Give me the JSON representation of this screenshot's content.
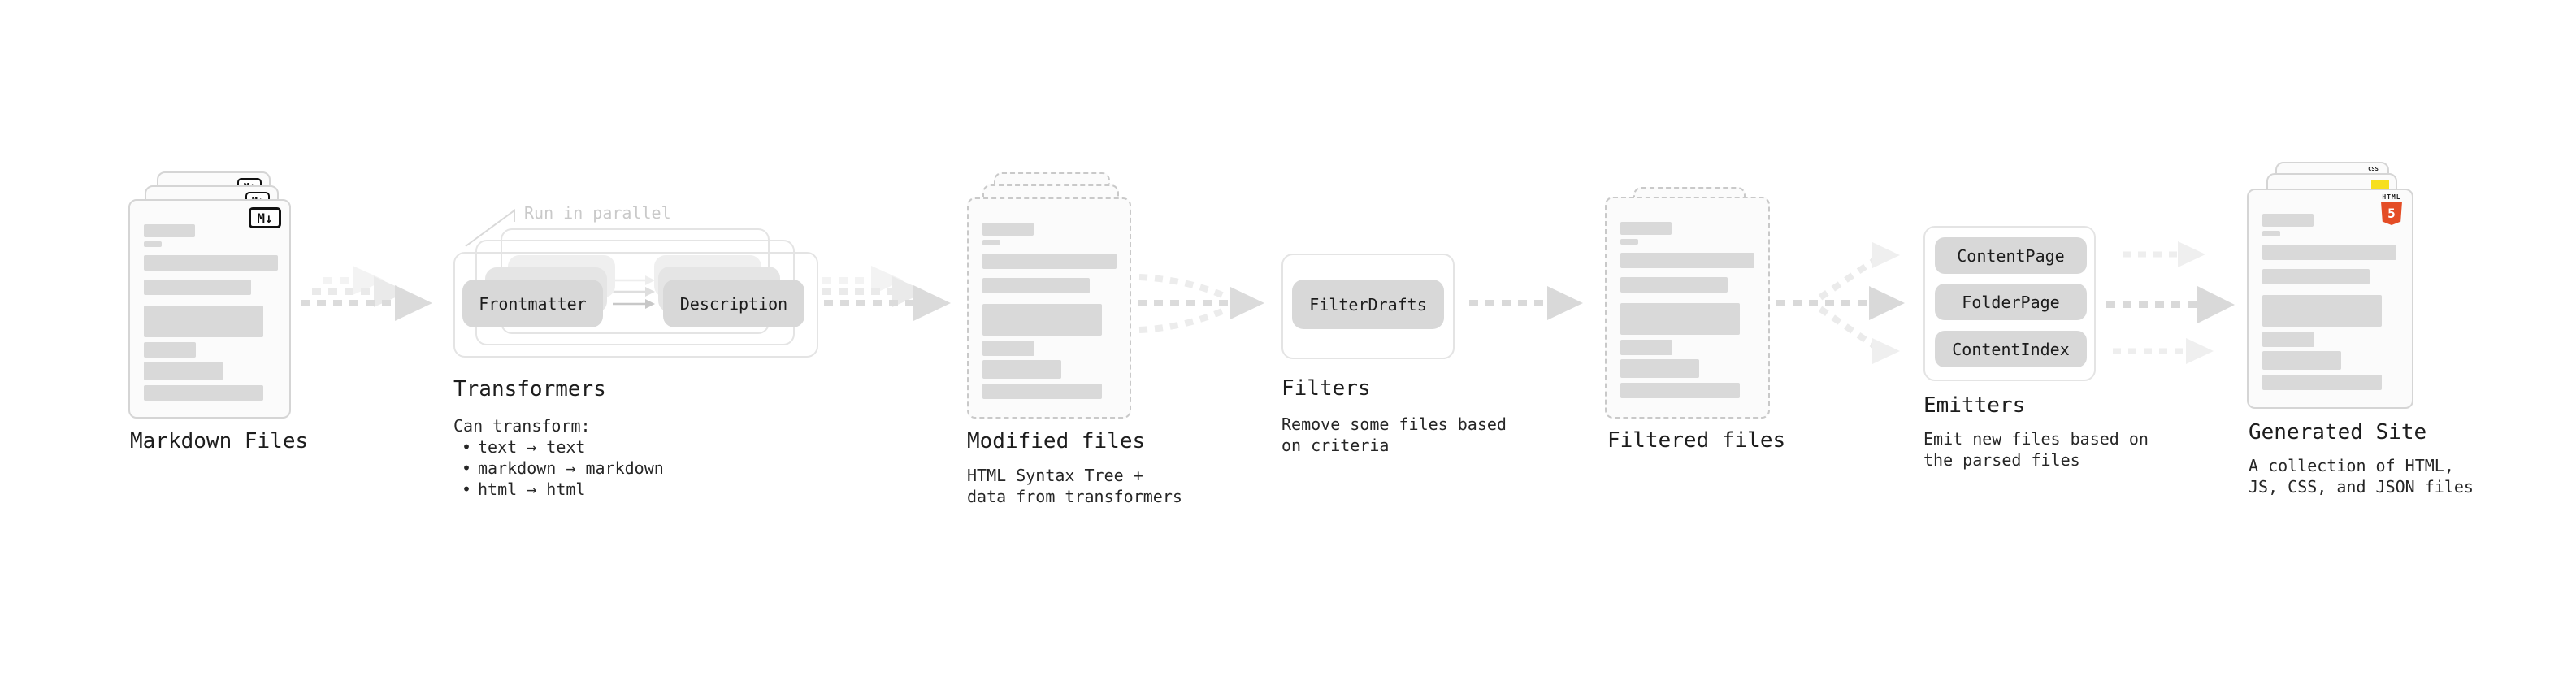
{
  "pipeline": {
    "markdown_files": {
      "label": "Markdown Files",
      "file_icon": "M↓"
    },
    "transformers": {
      "annotation": "Run in parallel",
      "pill_left": "Frontmatter",
      "pill_right": "Description",
      "label": "Transformers",
      "description_heading": "Can transform:",
      "bullet_char": "•",
      "bullets": [
        "text → text",
        "markdown → markdown",
        "html → html"
      ]
    },
    "modified_files": {
      "label": "Modified files",
      "description_lines": [
        "HTML Syntax Tree +",
        "data from transformers"
      ]
    },
    "filters": {
      "label": "Filters",
      "pill": "FilterDrafts",
      "description_lines": [
        "Remove some files based",
        "on criteria"
      ]
    },
    "filtered_files": {
      "label": "Filtered files"
    },
    "emitters": {
      "label": "Emitters",
      "pills": [
        "ContentPage",
        "FolderPage",
        "ContentIndex"
      ],
      "description_lines": [
        "Emit new files based on",
        "the parsed files"
      ]
    },
    "generated_site": {
      "label": "Generated Site",
      "description_lines": [
        "A collection of HTML,",
        "JS, CSS, and JSON files"
      ],
      "badges": {
        "css_wordmark": "CSS",
        "html5_wordmark": "HTML",
        "html5_digit": "5"
      }
    },
    "colors": {
      "markdown_icon_ink": "#111111",
      "html5_orange": "#e44d26",
      "js_yellow": "#f7df1e",
      "css_blue": "#2965f1",
      "card_border": "#d5d5d5",
      "dashed_border": "#c9c9c9",
      "pill_fill": "#d8d8d8",
      "arrow_gray": "#dbdbdb"
    }
  }
}
